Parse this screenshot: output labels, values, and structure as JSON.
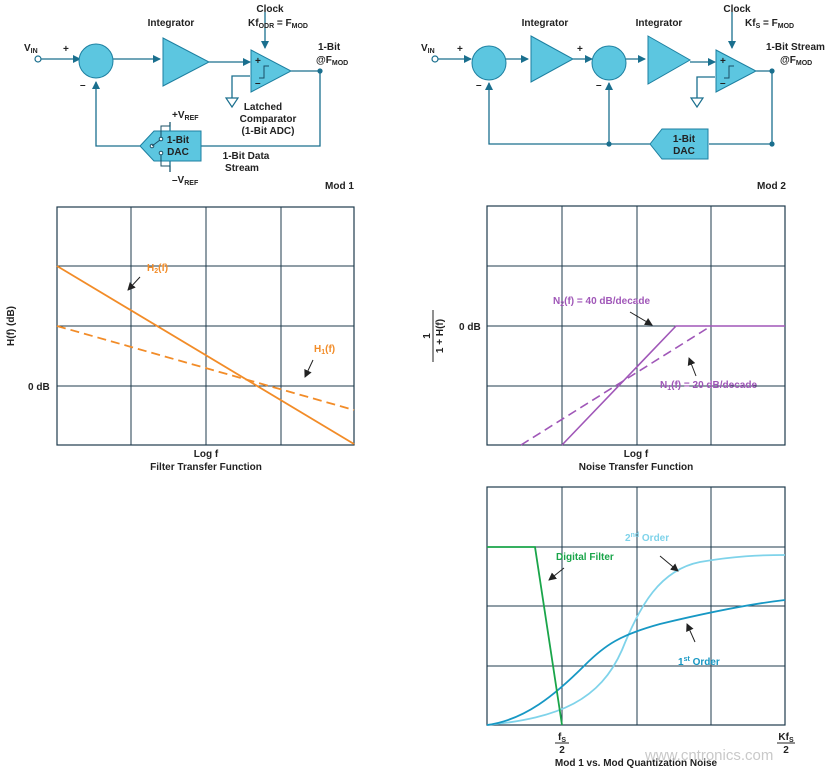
{
  "colors": {
    "block": "#5cc6e0",
    "block_stroke": "#1d7fa0",
    "wire": "#1a6f8e",
    "orange": "#f28c28",
    "purple": "#a057b8",
    "green": "#1aa54a",
    "cyan_dark": "#1798c4",
    "cyan_light": "#7fd3ea",
    "grid": "#1f3b4d"
  },
  "mod1": {
    "clock": "Clock",
    "kf": "Kf",
    "kf_sub": "ODR",
    "kf_eq": " = F",
    "kf_eq_sub": "MOD",
    "integrator": "Integrator",
    "vin": "V",
    "vin_sub": "IN",
    "plus": "+",
    "minus": "–",
    "out1": "1-Bit",
    "out2": "@F",
    "out2_sub": "MOD",
    "comp1": "Latched",
    "comp2": "Comparator",
    "comp3": "(1-Bit ADC)",
    "dac1": "1-Bit",
    "dac2": "DAC",
    "vref_pos": "+V",
    "vref_neg": "–V",
    "vref_sub": "REF",
    "stream1": "1-Bit Data",
    "stream2": "Stream",
    "title": "Mod 1"
  },
  "mod2": {
    "clock": "Clock",
    "kf": "Kf",
    "kf_sub": "S",
    "kf_eq": " = F",
    "kf_eq_sub": "MOD",
    "integrator1": "Integrator",
    "integrator2": "Integrator",
    "vin": "V",
    "vin_sub": "IN",
    "plus": "+",
    "minus": "–",
    "out1": "1-Bit Stream",
    "out2": "@F",
    "out2_sub": "MOD",
    "dac1": "1-Bit",
    "dac2": "DAC",
    "title": "Mod 2"
  },
  "plot_filter": {
    "ylabel": "H(f) (dB)",
    "zero": "0 dB",
    "xlabel": "Log f",
    "caption": "Filter Transfer Function",
    "h2": "H",
    "h2_sub": "2",
    "h2_end": "(f)",
    "h1": "H",
    "h1_sub": "1",
    "h1_end": "(f)"
  },
  "plot_noise": {
    "ylabel_num": "1",
    "ylabel_den": "1 + H(f)",
    "zero": "0 dB",
    "xlabel": "Log f",
    "caption": "Noise Transfer Function",
    "n2": "N",
    "n2_sub": "2",
    "n2_end": "(f) = 40 dB/decade",
    "n1": "N",
    "n1_sub": "1",
    "n1_end": "(f) = 20 dB/decade"
  },
  "plot_qnoise": {
    "digital_filter": "Digital Filter",
    "second_order": "2",
    "second_sup": "nd",
    "second_end": " Order",
    "first_order": "1",
    "first_sup": "st",
    "first_end": " Order",
    "fs_num": "f",
    "fs_sub": "S",
    "fs_den": "2",
    "kfs_num": "Kf",
    "kfs_sub": "S",
    "kfs_den": "2",
    "caption": "Mod 1 vs. Mod Quantization Noise"
  },
  "watermark": "www.cntronics.com"
}
